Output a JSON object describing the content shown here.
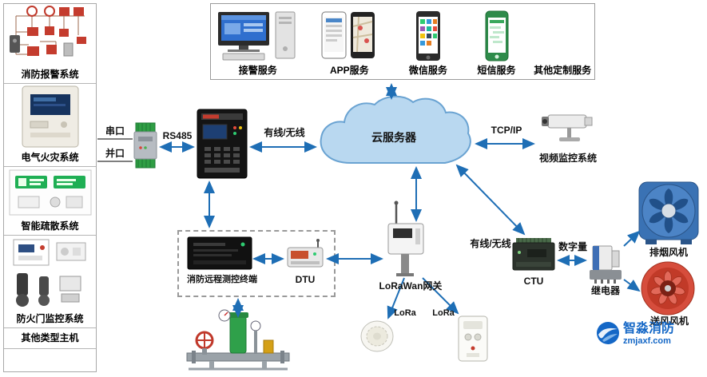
{
  "left_panel": {
    "sections": [
      {
        "label": "消防报警系统"
      },
      {
        "label": "电气火灾系统"
      },
      {
        "label": "智能疏散系统"
      },
      {
        "label": "防火门监控系统"
      },
      {
        "label": "其他类型主机"
      }
    ]
  },
  "services_box": {
    "items": [
      {
        "label": "接警服务"
      },
      {
        "label": "APP服务"
      },
      {
        "label": "微信服务"
      },
      {
        "label": "短信服务"
      },
      {
        "label": "其他定制服务"
      }
    ]
  },
  "cloud": {
    "label": "云服务器"
  },
  "edge_labels": {
    "serial_port": "串口",
    "parallel_port": "并口",
    "rs485": "RS485",
    "wired_wireless_left": "有线/无线",
    "tcp_ip": "TCP/IP",
    "wired_wireless_right": "有线/无线",
    "digital_io": "数字量",
    "lora_left": "LoRa",
    "lora_right": "LoRa"
  },
  "nodes": {
    "video_system": "视频监控系统",
    "remote_terminal": "消防远程测控终端",
    "dtu": "DTU",
    "lorawan_gateway": "LoRaWan网关",
    "ctu": "CTU",
    "relay": "继电器",
    "exhaust_fan": "排烟风机",
    "supply_fan": "送风风机"
  },
  "logo": {
    "title": "智淼消防",
    "domain": "zmjaxf.com"
  },
  "colors": {
    "arrow": "#1e6eb5",
    "cloud_fill": "#b9d8f0",
    "cloud_stroke": "#6aa3d2",
    "logo_blue": "#1467c6"
  }
}
